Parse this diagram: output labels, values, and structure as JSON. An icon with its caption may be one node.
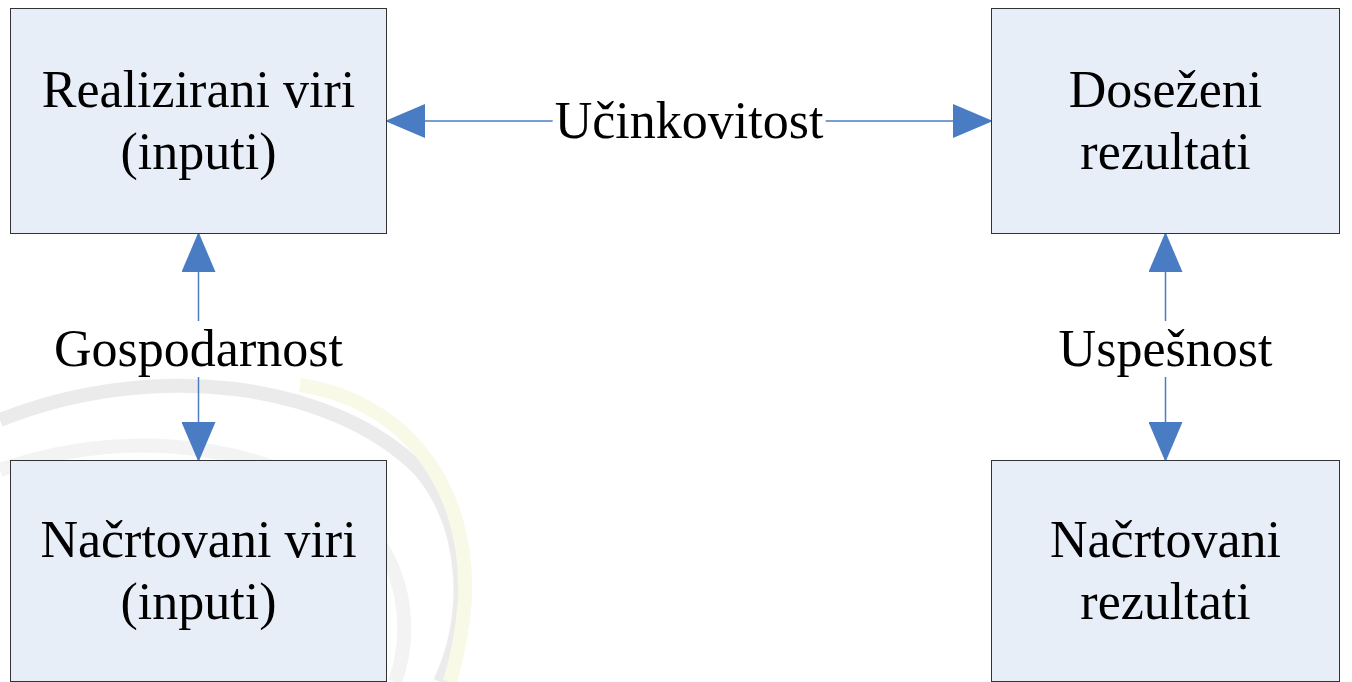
{
  "diagram": {
    "nodes": [
      {
        "text": [
          "Realizirani viri (inputi)"
        ]
      },
      {
        "text": [
          "Doseženi rezultati"
        ]
      },
      {
        "text": [
          "Načrtovani viri (inputi)"
        ]
      },
      {
        "text": [
          "Načrtovani rezultati"
        ]
      }
    ],
    "edges": [
      {
        "from": 0,
        "to": 1,
        "arrow": "both",
        "label": "Učinkovitost"
      },
      {
        "from": 0,
        "to": 2,
        "arrow": "both",
        "label": "Gospodarnost"
      },
      {
        "from": 1,
        "to": 3,
        "arrow": "both",
        "label": "Uspešnost"
      }
    ]
  }
}
